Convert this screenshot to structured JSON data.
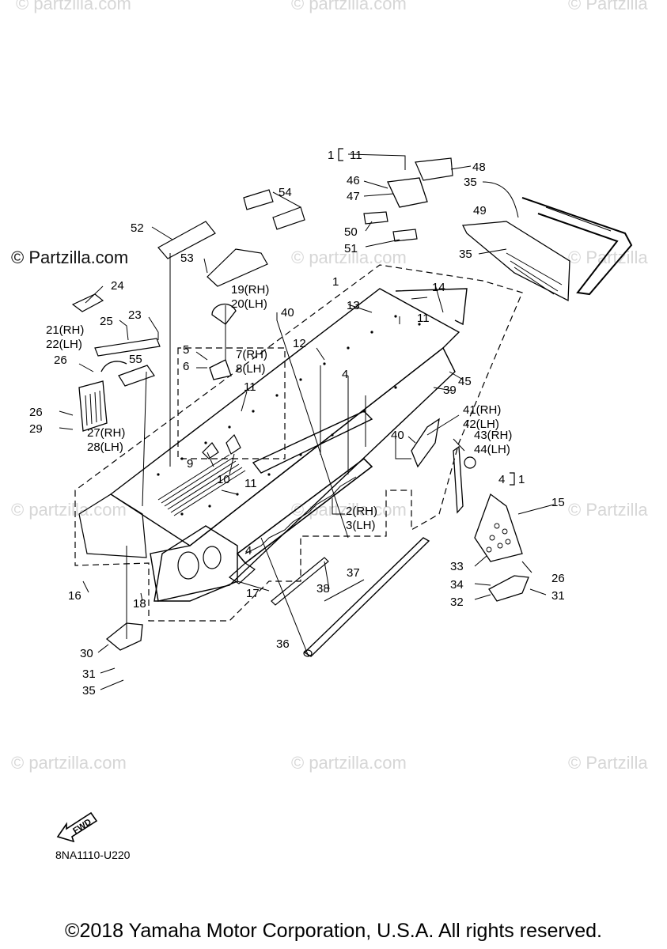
{
  "watermarks": {
    "text": "© Partzilla.com",
    "main": "© Partzilla.com",
    "faint_a": "© Partzilla",
    "faint_b": "© partzilla.com",
    "faint_c": "© Partzilla"
  },
  "callouts": [
    {
      "id": "c-1-11",
      "text": "1"
    },
    {
      "id": "c-11-top",
      "text": "11"
    },
    {
      "id": "c-48",
      "text": "48"
    },
    {
      "id": "c-46",
      "text": "46"
    },
    {
      "id": "c-47",
      "text": "47"
    },
    {
      "id": "c-35a",
      "text": "35"
    },
    {
      "id": "c-54",
      "text": "54"
    },
    {
      "id": "c-49",
      "text": "49"
    },
    {
      "id": "c-52",
      "text": "52"
    },
    {
      "id": "c-50",
      "text": "50"
    },
    {
      "id": "c-51",
      "text": "51"
    },
    {
      "id": "c-35b",
      "text": "35"
    },
    {
      "id": "c-53",
      "text": "53"
    },
    {
      "id": "c-1",
      "text": "1"
    },
    {
      "id": "c-24",
      "text": "24"
    },
    {
      "id": "c-19",
      "text": "19(RH)"
    },
    {
      "id": "c-20",
      "text": "20(LH)"
    },
    {
      "id": "c-14",
      "text": "14"
    },
    {
      "id": "c-40a",
      "text": "40"
    },
    {
      "id": "c-13",
      "text": "13"
    },
    {
      "id": "c-23",
      "text": "23"
    },
    {
      "id": "c-25",
      "text": "25"
    },
    {
      "id": "c-11b",
      "text": "11"
    },
    {
      "id": "c-21",
      "text": "21(RH)"
    },
    {
      "id": "c-22",
      "text": "22(LH)"
    },
    {
      "id": "c-12",
      "text": "12"
    },
    {
      "id": "c-5",
      "text": "5"
    },
    {
      "id": "c-7",
      "text": "7(RH)"
    },
    {
      "id": "c-26a",
      "text": "26"
    },
    {
      "id": "c-55",
      "text": "55"
    },
    {
      "id": "c-6",
      "text": "6"
    },
    {
      "id": "c-8",
      "text": "8(LH)"
    },
    {
      "id": "c-4a",
      "text": "4"
    },
    {
      "id": "c-45",
      "text": "45"
    },
    {
      "id": "c-39",
      "text": "39"
    },
    {
      "id": "c-11c",
      "text": "11"
    },
    {
      "id": "c-26b",
      "text": "26"
    },
    {
      "id": "c-41",
      "text": "41(RH)"
    },
    {
      "id": "c-42",
      "text": "42(LH)"
    },
    {
      "id": "c-29",
      "text": "29"
    },
    {
      "id": "c-27",
      "text": "27(RH)"
    },
    {
      "id": "c-28",
      "text": "28(LH)"
    },
    {
      "id": "c-40b",
      "text": "40"
    },
    {
      "id": "c-43",
      "text": "43(RH)"
    },
    {
      "id": "c-44",
      "text": "44(LH)"
    },
    {
      "id": "c-9",
      "text": "9"
    },
    {
      "id": "c-4b",
      "text": "4"
    },
    {
      "id": "c-1b",
      "text": "1"
    },
    {
      "id": "c-10",
      "text": "10"
    },
    {
      "id": "c-11d",
      "text": "11"
    },
    {
      "id": "c-15",
      "text": "15"
    },
    {
      "id": "c-2",
      "text": "2(RH)"
    },
    {
      "id": "c-3",
      "text": "3(LH)"
    },
    {
      "id": "c-4c",
      "text": "4"
    },
    {
      "id": "c-33",
      "text": "33"
    },
    {
      "id": "c-37",
      "text": "37"
    },
    {
      "id": "c-26c",
      "text": "26"
    },
    {
      "id": "c-34",
      "text": "34"
    },
    {
      "id": "c-16",
      "text": "16"
    },
    {
      "id": "c-17",
      "text": "17"
    },
    {
      "id": "c-38",
      "text": "38"
    },
    {
      "id": "c-32",
      "text": "32"
    },
    {
      "id": "c-31a",
      "text": "31"
    },
    {
      "id": "c-18",
      "text": "18"
    },
    {
      "id": "c-36",
      "text": "36"
    },
    {
      "id": "c-30",
      "text": "30"
    },
    {
      "id": "c-31b",
      "text": "31"
    },
    {
      "id": "c-35c",
      "text": "35"
    }
  ],
  "fwd_label": "FWD",
  "diagram_code": "8NA1110-U220",
  "copyright": "©2018 Yamaha Motor Corporation, U.S.A. All rights reserved."
}
